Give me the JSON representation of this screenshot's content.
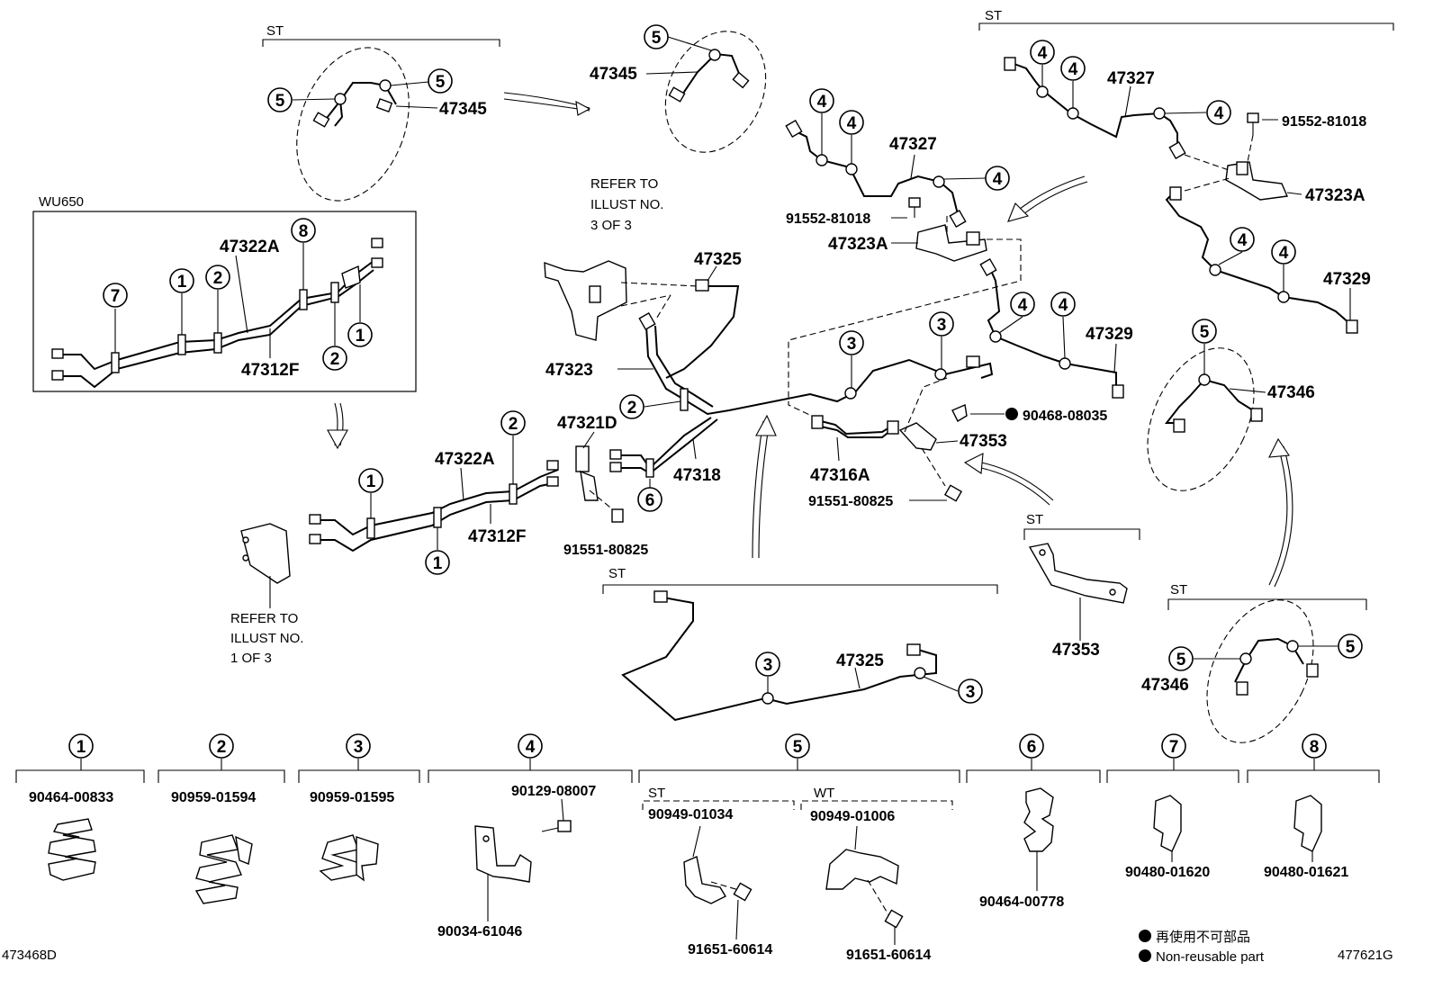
{
  "diagram": {
    "code_left": "473468D",
    "code_right": "477621G",
    "legend": {
      "jp": "再使用不可部品",
      "en": "Non-reusable part"
    },
    "group_labels": {
      "st": "ST",
      "wt": "WT",
      "wu": "WU650"
    },
    "refer1": [
      "REFER TO",
      "ILLUST NO.",
      "3 OF 3"
    ],
    "refer2": [
      "REFER TO",
      "ILLUST NO.",
      "1 OF 3"
    ],
    "callouts": [
      "1",
      "2",
      "3",
      "4",
      "5",
      "6",
      "7",
      "8"
    ],
    "parts": {
      "p47345": "47345",
      "p47322A": "47322A",
      "p47312F": "47312F",
      "p47325": "47325",
      "p47323": "47323",
      "p47321D": "47321D",
      "p47318": "47318",
      "p47327": "47327",
      "p47323A": "47323A",
      "p47329": "47329",
      "p47346": "47346",
      "p47353": "47353",
      "p47316A": "47316A",
      "p9155281018": "91552-81018",
      "p9155180825": "91551-80825",
      "p9046808035": "90468-08035"
    },
    "clips": [
      {
        "id": "1",
        "part": "90464-00833"
      },
      {
        "id": "2",
        "part": "90959-01594"
      },
      {
        "id": "3",
        "part": "90959-01595"
      },
      {
        "id": "4",
        "part": "90129-08007",
        "part2": "90034-61046"
      },
      {
        "id": "5",
        "st_part": "90949-01034",
        "st_bolt": "91651-60614",
        "wt_part": "90949-01006",
        "wt_bolt": "91651-60614"
      },
      {
        "id": "6",
        "part": "90464-00778"
      },
      {
        "id": "7",
        "part": "90480-01620"
      },
      {
        "id": "8",
        "part": "90480-01621"
      }
    ]
  }
}
